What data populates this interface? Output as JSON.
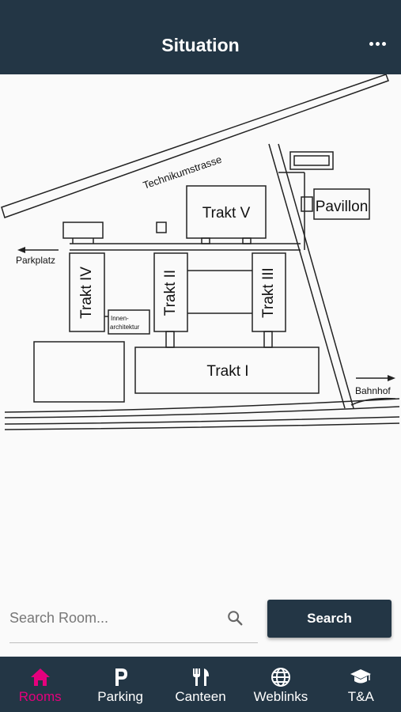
{
  "header": {
    "title": "Situation",
    "menu_icon": "more-dots-icon"
  },
  "map": {
    "street": "Technikumstrasse",
    "parking_left": "Parkplatz",
    "station_right": "Bahnhof",
    "buildings": {
      "trakt_v": "Trakt V",
      "pavillon": "Pavillon",
      "trakt_iv": "Trakt IV",
      "trakt_ii": "Trakt II",
      "trakt_iii": "Trakt III",
      "trakt_i": "Trakt I",
      "innen_line1": "Innen-",
      "innen_line2": "architektur"
    }
  },
  "search": {
    "placeholder": "Search Room...",
    "button_label": "Search",
    "icon": "search-icon"
  },
  "tabs": [
    {
      "label": "Rooms",
      "icon": "home-icon",
      "active": true
    },
    {
      "label": "Parking",
      "icon": "parking-icon",
      "active": false
    },
    {
      "label": "Canteen",
      "icon": "cutlery-icon",
      "active": false
    },
    {
      "label": "Weblinks",
      "icon": "globe-icon",
      "active": false
    },
    {
      "label": "T&A",
      "icon": "graduation-cap-icon",
      "active": false
    }
  ],
  "colors": {
    "header_bg": "#233645",
    "active_tab": "#e5007d",
    "background": "#fafafa"
  }
}
